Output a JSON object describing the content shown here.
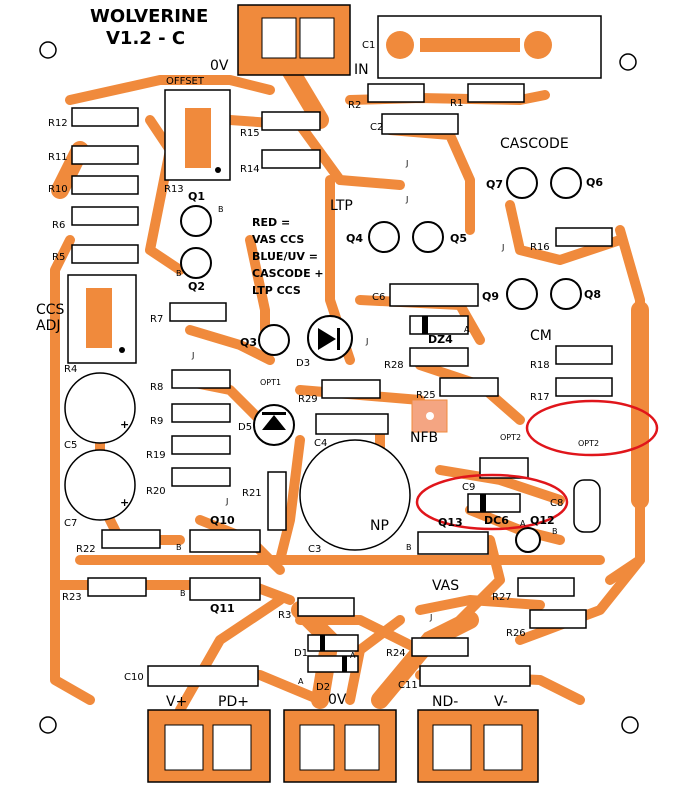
{
  "board": {
    "title": "WOLVERINE",
    "version": "V1.2 - C",
    "copper_color": "#f08a3c",
    "highlight_color": "#e0151b",
    "legend": [
      "RED =",
      "VAS CCS",
      "BLUE/UV =",
      "CASCODE +",
      "LTP CCS"
    ]
  },
  "labels": {
    "offset": "OFFSET",
    "ov_top": "0V",
    "in": "IN",
    "cascode": "CASCODE",
    "ltp": "LTP",
    "ccs": "CCS",
    "adj": "ADJ",
    "cm": "CM",
    "nfb": "NFB",
    "np": "NP",
    "vas": "VAS",
    "opt1": "OPT1",
    "opt2a": "OPT2",
    "opt2b": "OPT2",
    "vplus": "V+",
    "pdplus": "PD+",
    "ov_bottom": "0V",
    "ndminus": "ND-",
    "vminus": "V-"
  },
  "resistors": {
    "R12": "R12",
    "R11": "R11",
    "R10": "R10",
    "R6": "R6",
    "R5": "R5",
    "R13": "R13",
    "R15": "R15",
    "R14": "R14",
    "R2": "R2",
    "R1": "R1",
    "R7": "R7",
    "R8": "R8",
    "R9": "R9",
    "R19": "R19",
    "R20": "R20",
    "R21": "R21",
    "R22": "R22",
    "R23": "R23",
    "R28": "R28",
    "R29": "R29",
    "R25": "R25",
    "R16": "R16",
    "R18": "R18",
    "R17": "R17",
    "R27": "R27",
    "R26": "R26",
    "R24": "R24",
    "R3": "R3",
    "R4": "R4"
  },
  "caps": {
    "C1": "C1",
    "C2": "C2",
    "C3": "C3",
    "C4": "C4",
    "C5": "C5",
    "C6": "C6",
    "C7": "C7",
    "C8": "C8",
    "C9": "C9",
    "C10": "C10",
    "C11": "C11"
  },
  "transistors": {
    "Q1": "Q1",
    "Q2": "Q2",
    "Q3": "Q3",
    "Q4": "Q4",
    "Q5": "Q5",
    "Q6": "Q6",
    "Q7": "Q7",
    "Q8": "Q8",
    "Q9": "Q9",
    "Q10": "Q10",
    "Q11": "Q11",
    "Q12": "Q12",
    "Q13": "Q13"
  },
  "diodes": {
    "D1": "D1",
    "D2": "D2",
    "D3": "D3",
    "D5": "D5",
    "DZ4": "DZ4",
    "DC6": "DC6"
  },
  "pin_marks": {
    "J": "J",
    "B": "B",
    "A": "A",
    "plus": "+"
  }
}
